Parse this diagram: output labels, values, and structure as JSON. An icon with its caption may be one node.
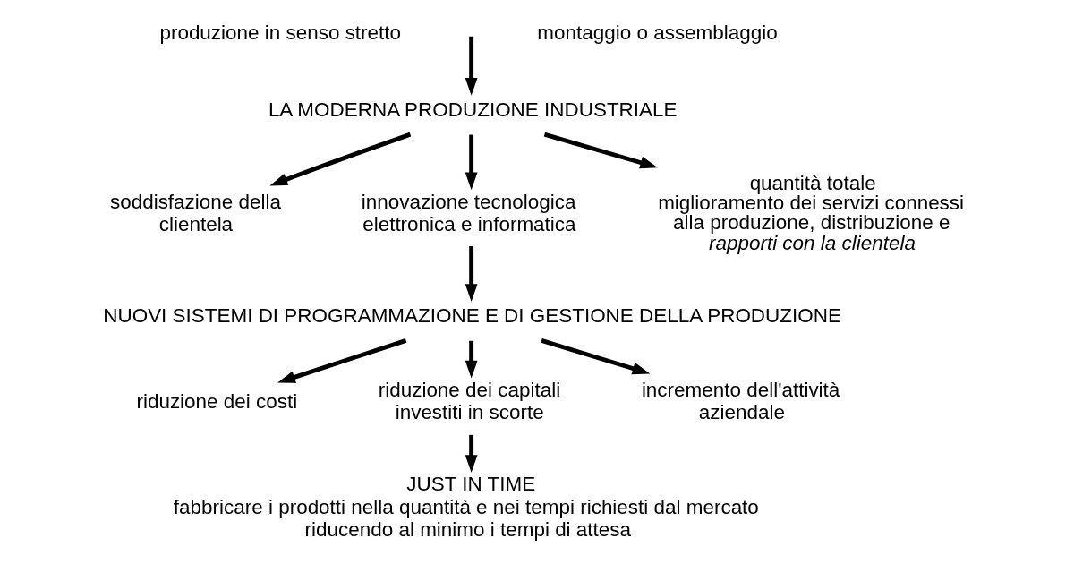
{
  "diagram": {
    "nodes": [
      {
        "text": [
          "produzione in senso stretto"
        ]
      },
      {
        "text": [
          "montaggio o assemblaggio"
        ]
      },
      {
        "text": [
          "LA MODERNA PRODUZIONE INDUSTRIALE"
        ]
      },
      {
        "text": [
          "soddisfazione della clientela"
        ]
      },
      {
        "text": [
          "innovazione tecnologica elettronica e informatica"
        ]
      },
      {
        "text": [
          "quantità totale",
          "miglioramento dei servizi connessi alla produzione, distribuzione e *rapporti con la clientela*"
        ]
      },
      {
        "text": [
          "NUOVI SISTEMI DI PROGRAMMAZIONE E DI GESTIONE DELLA PRODUZIONE"
        ]
      },
      {
        "text": [
          "riduzione dei costi"
        ]
      },
      {
        "text": [
          "riduzione dei capitali investiti in scorte"
        ]
      },
      {
        "text": [
          "incremento dell'attività aziendale"
        ]
      },
      {
        "text": [
          "JUST IN TIME",
          "fabbricare i prodotti nella quantità e nei tempi richiesti dal mercato riducendo al minimo i tempi di attesa"
        ]
      }
    ],
    "edges": [
      {
        "from": null,
        "to": 2,
        "arrow": "to"
      },
      {
        "from": 2,
        "to": 3,
        "arrow": "to"
      },
      {
        "from": 2,
        "to": 4,
        "arrow": "to"
      },
      {
        "from": 2,
        "to": 5,
        "arrow": "to"
      },
      {
        "from": 4,
        "to": 6,
        "arrow": "to"
      },
      {
        "from": 6,
        "to": 7,
        "arrow": "to"
      },
      {
        "from": 6,
        "to": 8,
        "arrow": "to"
      },
      {
        "from": 6,
        "to": 9,
        "arrow": "to"
      },
      {
        "from": 8,
        "to": 10,
        "arrow": "to"
      }
    ]
  }
}
